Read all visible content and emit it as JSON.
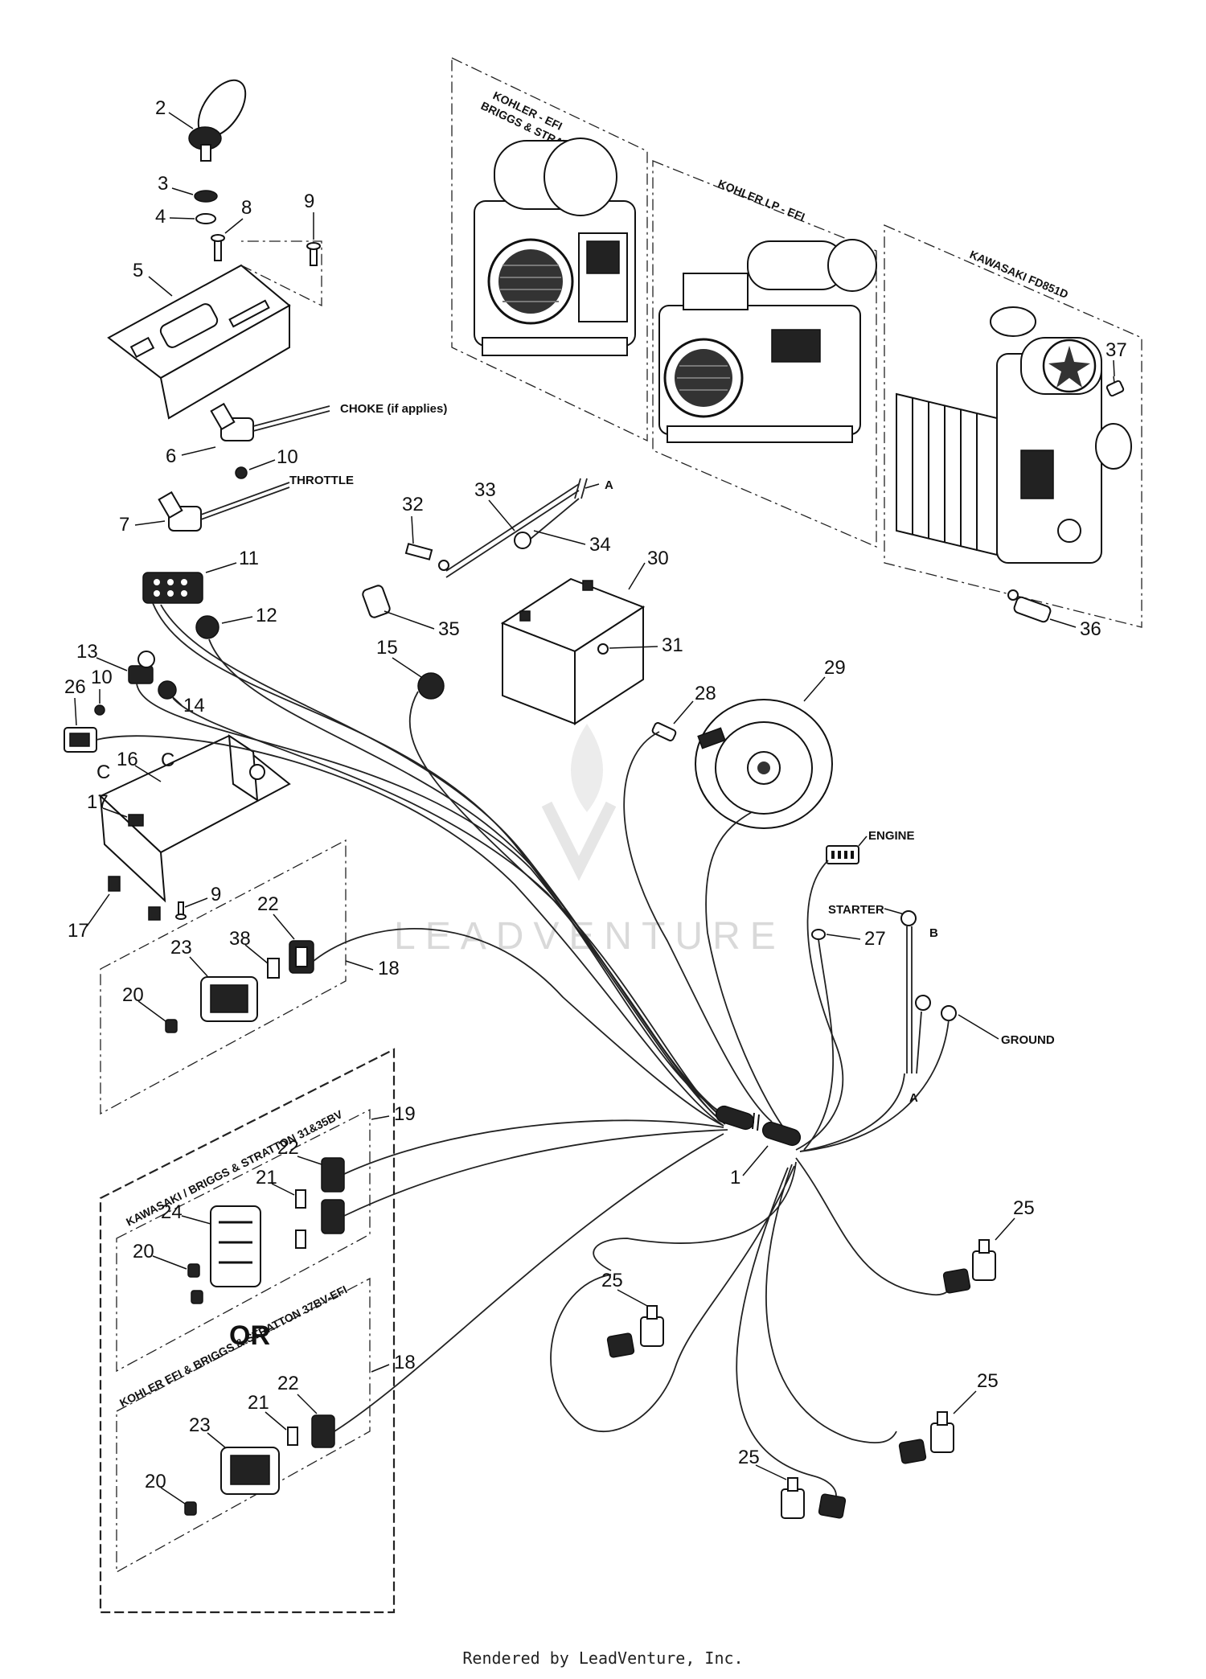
{
  "boxes": {
    "kohler_efi": "KOHLER - EFI",
    "briggs": "BRIGGS & STRATTON",
    "kohler_lp": "KOHLER LP - EFI",
    "kawasaki_fd": "KAWASAKI FD851D",
    "kawasaki_bs": "KAWASAKI / BRIGGS & STRATTON 31&35BV",
    "kohler_bs_efi": "KOHLER EFI & BRIGGS & STRATTON 37BV-EFI",
    "or": "OR"
  },
  "labels": {
    "choke": "CHOKE (if applies)",
    "throttle": "THROTTLE",
    "engine": "ENGINE",
    "starter": "STARTER",
    "ground": "GROUND",
    "a1": "A",
    "a2": "A",
    "b": "B",
    "c1": "C",
    "c2": "C"
  },
  "callouts": {
    "n1": "1",
    "n2": "2",
    "n3": "3",
    "n4": "4",
    "n5": "5",
    "n6": "6",
    "n7": "7",
    "n8": "8",
    "n9a": "9",
    "n9b": "9",
    "n10a": "10",
    "n10b": "10",
    "n11": "11",
    "n12": "12",
    "n13": "13",
    "n14": "14",
    "n15": "15",
    "n16": "16",
    "n17a": "17",
    "n17b": "17",
    "n18a": "18",
    "n18b": "18",
    "n19": "19",
    "n20a": "20",
    "n20b": "20",
    "n20c": "20",
    "n21a": "21",
    "n21b": "21",
    "n22a": "22",
    "n22b": "22",
    "n22c": "22",
    "n23a": "23",
    "n23b": "23",
    "n24": "24",
    "n25a": "25",
    "n25b": "25",
    "n25c": "25",
    "n25d": "25",
    "n26": "26",
    "n27": "27",
    "n28": "28",
    "n29": "29",
    "n30": "30",
    "n31": "31",
    "n32": "32",
    "n33": "33",
    "n34": "34",
    "n35": "35",
    "n36": "36",
    "n37": "37",
    "n38": "38"
  },
  "watermark": "LEADVENTURE",
  "footer": "Rendered by LeadVenture, Inc."
}
